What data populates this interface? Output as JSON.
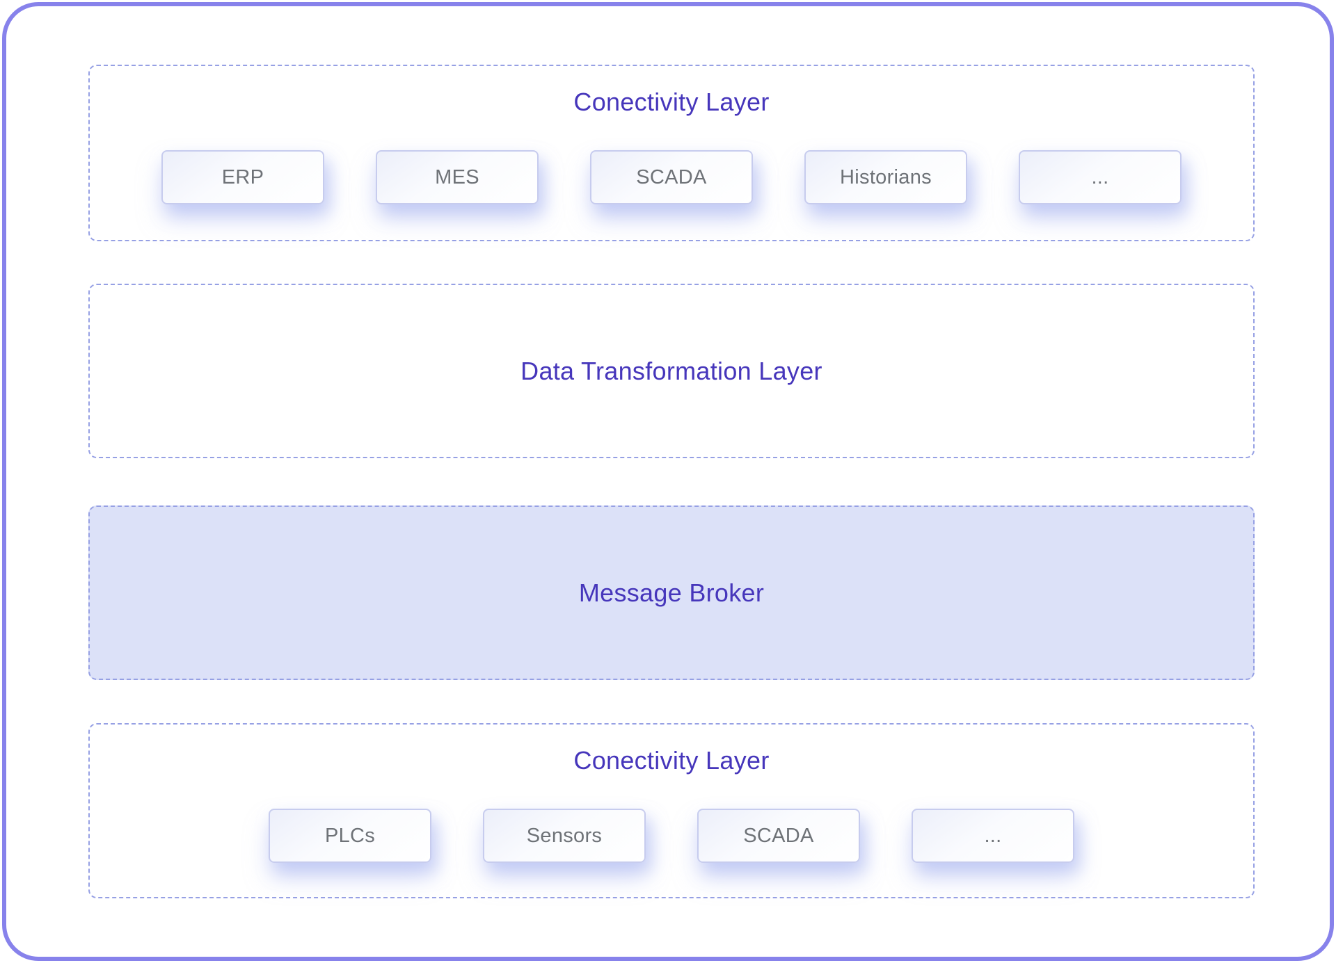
{
  "diagram": {
    "colors": {
      "outer_border": "#8782EB",
      "dashed_border": "#96A0E4",
      "layer_title_text": "#4636BB",
      "node_text": "#6E7277",
      "node_border": "#C7CCEE",
      "message_broker_fill": "#DCE1F8"
    },
    "layers": [
      {
        "id": "connectivity-layer-top",
        "title": "Conectivity Layer",
        "nodes": [
          "ERP",
          "MES",
          "SCADA",
          "Historians",
          "..."
        ]
      },
      {
        "id": "data-transformation-layer",
        "title": "Data Transformation Layer",
        "nodes": []
      },
      {
        "id": "message-broker",
        "title": "Message Broker",
        "nodes": [],
        "filled": true
      },
      {
        "id": "connectivity-layer-bottom",
        "title": "Conectivity Layer",
        "nodes": [
          "PLCs",
          "Sensors",
          "SCADA",
          "..."
        ]
      }
    ]
  }
}
